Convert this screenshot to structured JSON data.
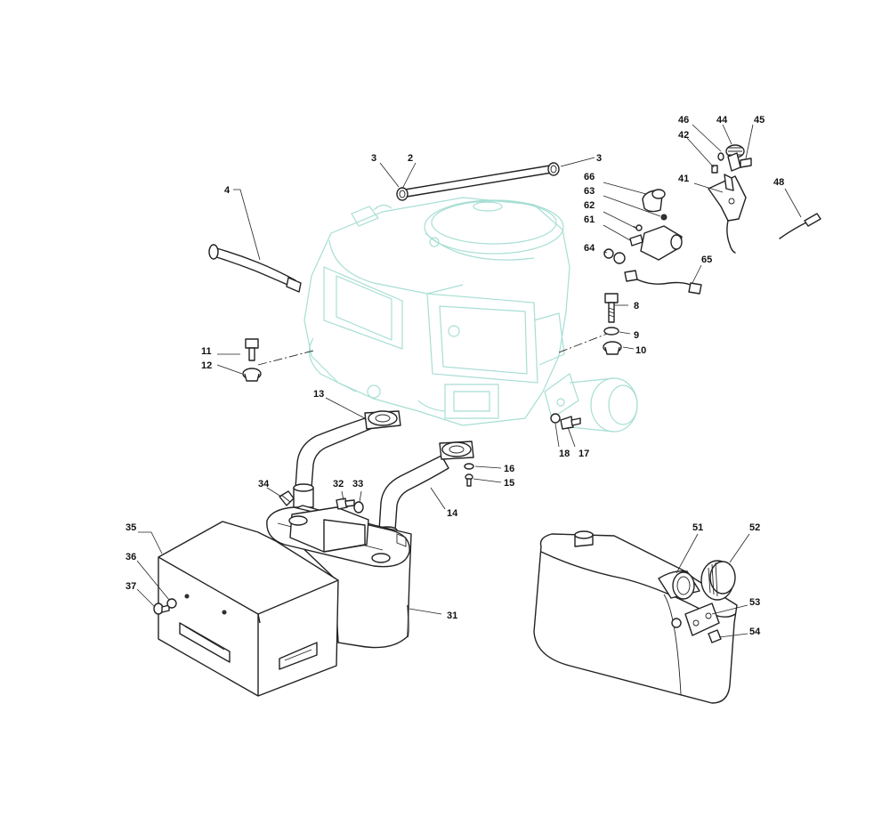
{
  "labels": [
    {
      "id": "2",
      "text": "2"
    },
    {
      "id": "3a",
      "text": "3"
    },
    {
      "id": "3b",
      "text": "3"
    },
    {
      "id": "4",
      "text": "4"
    },
    {
      "id": "8",
      "text": "8"
    },
    {
      "id": "9",
      "text": "9"
    },
    {
      "id": "10",
      "text": "10"
    },
    {
      "id": "11",
      "text": "11"
    },
    {
      "id": "12",
      "text": "12"
    },
    {
      "id": "13",
      "text": "13"
    },
    {
      "id": "14",
      "text": "14"
    },
    {
      "id": "15",
      "text": "15"
    },
    {
      "id": "16",
      "text": "16"
    },
    {
      "id": "17",
      "text": "17"
    },
    {
      "id": "18",
      "text": "18"
    },
    {
      "id": "31",
      "text": "31"
    },
    {
      "id": "32",
      "text": "32"
    },
    {
      "id": "33",
      "text": "33"
    },
    {
      "id": "34",
      "text": "34"
    },
    {
      "id": "35",
      "text": "35"
    },
    {
      "id": "36",
      "text": "36"
    },
    {
      "id": "37",
      "text": "37"
    },
    {
      "id": "41",
      "text": "41"
    },
    {
      "id": "42",
      "text": "42"
    },
    {
      "id": "44",
      "text": "44"
    },
    {
      "id": "45",
      "text": "45"
    },
    {
      "id": "46",
      "text": "46"
    },
    {
      "id": "48",
      "text": "48"
    },
    {
      "id": "51",
      "text": "51"
    },
    {
      "id": "52",
      "text": "52"
    },
    {
      "id": "53",
      "text": "53"
    },
    {
      "id": "54",
      "text": "54"
    },
    {
      "id": "61",
      "text": "61"
    },
    {
      "id": "62",
      "text": "62"
    },
    {
      "id": "63",
      "text": "63"
    },
    {
      "id": "64",
      "text": "64"
    },
    {
      "id": "65",
      "text": "65"
    },
    {
      "id": "66",
      "text": "66"
    }
  ],
  "colors": {
    "ghost_engine": "#a7ded4",
    "line": "#222222",
    "background": "#ffffff"
  }
}
